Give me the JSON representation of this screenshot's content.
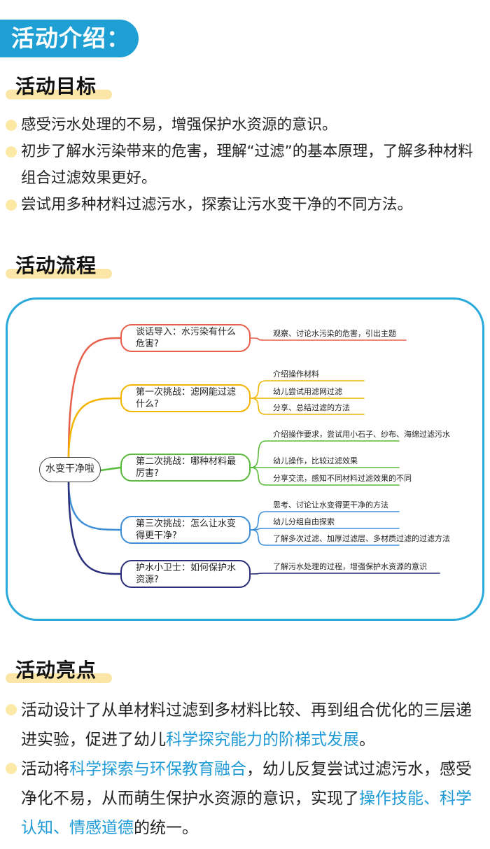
{
  "banner": "活动介绍：",
  "goals": {
    "title": "活动目标",
    "items": [
      "感受污水处理的不易，增强保护水资源的意识。",
      "初步了解水污染带来的危害，理解“过滤”的基本原理，了解多种材料组合过滤效果更好。",
      "尝试用多种材料过滤污水，探索让污水变干净的不同方法。"
    ]
  },
  "process": {
    "title": "活动流程",
    "root": "水变干净啦",
    "branches": [
      {
        "label": "谈话导入：水污染有什么危害?",
        "color": "#e8604c",
        "leaves": [
          "观察、讨论水污染的危害，引出主题"
        ]
      },
      {
        "label": "第一次挑战：滤网能过滤什么?",
        "color": "#f3b400",
        "leaves": [
          "介绍操作材料",
          "幼儿尝试用滤网过滤",
          "分享、总结过滤的方法"
        ]
      },
      {
        "label": "第二次挑战：哪种材料最厉害?",
        "color": "#59bb3b",
        "leaves": [
          "介绍操作要求，尝试用小石子、纱布、海绵过滤污水",
          "幼儿操作，比较过滤效果",
          "分享交流，感知不同材料过滤效果的不同"
        ]
      },
      {
        "label": "第三次挑战：怎么让水变得更干净?",
        "color": "#3d8fd8",
        "leaves": [
          "思考、讨论让水变得更干净的方法",
          "幼儿分组自由探索",
          "了解多次过滤、加厚过滤层、多材质过滤的过滤方法"
        ]
      },
      {
        "label": "护水小卫士：如何保护水资源?",
        "color": "#2b2f7c",
        "leaves": [
          "了解污水处理的过程，增强保护水资源的意识"
        ]
      }
    ]
  },
  "highlights": {
    "title": "活动亮点",
    "item1": {
      "pre": "活动设计了从单材料过滤到多材料比较、再到组合优化的三层递进实验，促进了幼儿",
      "hl": "科学探究能力的阶梯式发展",
      "post": "。"
    },
    "item2": {
      "pre": "活动将",
      "hl1": "科学探索与环保教育融合",
      "mid": "，幼儿反复尝试过滤污水，感受净化不易，从而萌生保护水资源的意识，实现了",
      "hl2": "操作技能、科学认知、情感道德",
      "post": "的统一。"
    }
  }
}
